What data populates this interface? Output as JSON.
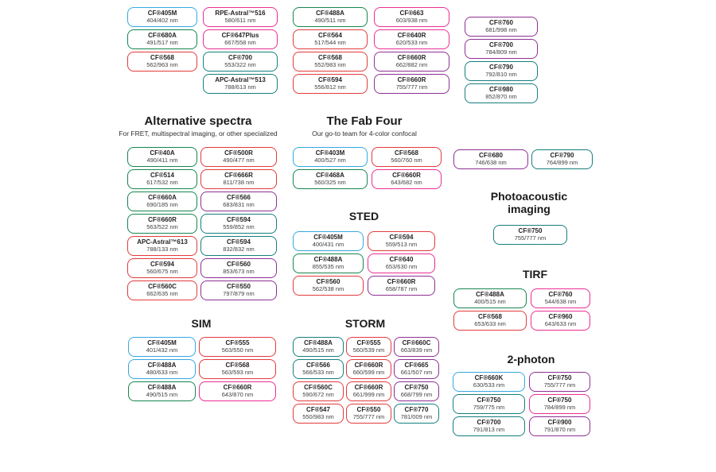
{
  "palette": {
    "blue": "#35a8e0",
    "green": "#15864f",
    "teal": "#157f7d",
    "red": "#e23a3c",
    "pink": "#ec2d92",
    "purple": "#8d3094",
    "title_text": "#1a1a1a",
    "name_text": "#231f20",
    "range_text": "#3f3f3f"
  },
  "top": {
    "col1": [
      {
        "name": "CF®405M",
        "ex_em": "404/402 nm",
        "color": "blue"
      },
      {
        "name": "CF®680A",
        "ex_em": "491/517 nm",
        "color": "green"
      },
      {
        "name": "CF®568",
        "ex_em": "562/963 nm",
        "color": "red"
      }
    ],
    "col2": [
      {
        "name": "RPE-Astral™516",
        "ex_em": "580/611 nm",
        "color": "pink"
      },
      {
        "name": "CF®647Plus",
        "ex_em": "667/558 nm",
        "color": "pink"
      },
      {
        "name": "CF®700",
        "ex_em": "553/322 nm",
        "color": "teal"
      },
      {
        "name": "APC-Astral™513",
        "ex_em": "788/613 nm",
        "color": "teal"
      }
    ],
    "col3": [
      {
        "name": "CF®488A",
        "ex_em": "490/511 nm",
        "color": "green"
      },
      {
        "name": "CF®564",
        "ex_em": "517/544 nm",
        "color": "red"
      },
      {
        "name": "CF®568",
        "ex_em": "552/983 nm",
        "color": "red"
      },
      {
        "name": "CF®594",
        "ex_em": "556/812 nm",
        "color": "red"
      }
    ],
    "col4": [
      {
        "name": "CF®663",
        "ex_em": "603/938 nm",
        "color": "pink"
      },
      {
        "name": "CF®640R",
        "ex_em": "620/533 nm",
        "color": "pink"
      },
      {
        "name": "CF®660R",
        "ex_em": "662/882 nm",
        "color": "purple"
      },
      {
        "name": "CF®660R",
        "ex_em": "755/777 nm",
        "color": "purple"
      }
    ],
    "col5": [
      {
        "name": "CF®760",
        "ex_em": "681/998 nm",
        "color": "purple"
      },
      {
        "name": "CF®700",
        "ex_em": "784/809 nm",
        "color": "purple"
      },
      {
        "name": "CF®790",
        "ex_em": "792/810 nm",
        "color": "teal"
      },
      {
        "name": "CF®980",
        "ex_em": "852/870 nm",
        "color": "teal"
      }
    ]
  },
  "sections": {
    "alt": {
      "title": "Alternative spectra",
      "subtitle": "For FRET, multispectral imaging, or other specialized",
      "colA": [
        {
          "name": "CF®40A",
          "ex_em": "490/411 nm",
          "color": "green"
        },
        {
          "name": "CF®514",
          "ex_em": "617/532 nm",
          "color": "green"
        },
        {
          "name": "CF®660A",
          "ex_em": "690/185 nm",
          "color": "green"
        },
        {
          "name": "CF®660R",
          "ex_em": "563/522 nm",
          "color": "green"
        },
        {
          "name": "APC-Astral™613",
          "ex_em": "788/133 nm",
          "color": "red"
        },
        {
          "name": "CF®594",
          "ex_em": "560/675 nm",
          "color": "red"
        },
        {
          "name": "CF®560C",
          "ex_em": "662/635 nm",
          "color": "red"
        }
      ],
      "colB": [
        {
          "name": "CF®500R",
          "ex_em": "490/477 nm",
          "color": "red"
        },
        {
          "name": "CF®666R",
          "ex_em": "811/738 nm",
          "color": "red"
        },
        {
          "name": "CF®566",
          "ex_em": "683/831 nm",
          "color": "purple"
        },
        {
          "name": "CF®594",
          "ex_em": "559/852 nm",
          "color": "teal"
        },
        {
          "name": "CF®594",
          "ex_em": "832/832 nm",
          "color": "teal"
        },
        {
          "name": "CF®560",
          "ex_em": "853/673 nm",
          "color": "purple"
        },
        {
          "name": "CF®550",
          "ex_em": "797/879 nm",
          "color": "purple"
        }
      ]
    },
    "fab": {
      "title": "The Fab Four",
      "subtitle": "Our go-to team for 4-color confocal",
      "colA": [
        {
          "name": "CF®403M",
          "ex_em": "400/527 nm",
          "color": "blue"
        },
        {
          "name": "CF®468A",
          "ex_em": "560/325 nm",
          "color": "green"
        }
      ],
      "colB": [
        {
          "name": "CF®568",
          "ex_em": "560/760 nm",
          "color": "red"
        },
        {
          "name": "CF®660R",
          "ex_em": "643/682 nm",
          "color": "pink"
        }
      ]
    },
    "sted": {
      "title": "STED",
      "colA": [
        {
          "name": "CF®405M",
          "ex_em": "400/431 nm",
          "color": "blue"
        },
        {
          "name": "CF®488A",
          "ex_em": "855/535 nm",
          "color": "green"
        },
        {
          "name": "CF®560",
          "ex_em": "562/538 nm",
          "color": "red"
        }
      ],
      "colB": [
        {
          "name": "CF®594",
          "ex_em": "559/513 nm",
          "color": "red"
        },
        {
          "name": "CF®640",
          "ex_em": "653/630 nm",
          "color": "pink"
        },
        {
          "name": "CF®660R",
          "ex_em": "658/787 nm",
          "color": "purple"
        }
      ]
    },
    "sim": {
      "title": "SIM",
      "colA": [
        {
          "name": "CF®405M",
          "ex_em": "401/432 nm",
          "color": "blue"
        },
        {
          "name": "CF®488A",
          "ex_em": "480/633 nm",
          "color": "blue"
        },
        {
          "name": "CF®488A",
          "ex_em": "490/515 nm",
          "color": "green"
        }
      ],
      "colB": [
        {
          "name": "CF®555",
          "ex_em": "563/550 nm",
          "color": "red"
        },
        {
          "name": "CF®568",
          "ex_em": "563/593 nm",
          "color": "red"
        },
        {
          "name": "CF®660R",
          "ex_em": "643/870 nm",
          "color": "pink"
        }
      ]
    },
    "storm": {
      "title": "STORM",
      "col1": [
        {
          "name": "CF®488A",
          "ex_em": "490/515 nm",
          "color": "teal"
        },
        {
          "name": "CF®566",
          "ex_em": "566/533 nm",
          "color": "teal"
        },
        {
          "name": "CF®560C",
          "ex_em": "590/672 nm",
          "color": "red"
        },
        {
          "name": "CF®547",
          "ex_em": "550/983 nm",
          "color": "red"
        }
      ],
      "col2": [
        {
          "name": "CF®555",
          "ex_em": "560/539 nm",
          "color": "red"
        },
        {
          "name": "CF®660R",
          "ex_em": "660/599 nm",
          "color": "red"
        },
        {
          "name": "CF®660R",
          "ex_em": "661/999 nm",
          "color": "red"
        },
        {
          "name": "CF®550",
          "ex_em": "755/777 nm",
          "color": "red"
        }
      ],
      "col3": [
        {
          "name": "CF®660C",
          "ex_em": "663/839 nm",
          "color": "purple"
        },
        {
          "name": "CF®665",
          "ex_em": "661/507 nm",
          "color": "purple"
        },
        {
          "name": "CF®750",
          "ex_em": "668/799 nm",
          "color": "purple"
        },
        {
          "name": "CF®770",
          "ex_em": "781/009 nm",
          "color": "teal"
        }
      ]
    },
    "right_pair": {
      "colA": [
        {
          "name": "CF®680",
          "ex_em": "746/638 nm",
          "color": "purple"
        }
      ],
      "colB": [
        {
          "name": "CF®790",
          "ex_em": "764/899 nm",
          "color": "teal"
        }
      ]
    },
    "photoacoustic": {
      "title": "Photoacoustic imaging",
      "col": [
        {
          "name": "CF®750",
          "ex_em": "755/777 nm",
          "color": "teal"
        }
      ]
    },
    "tirf": {
      "title": "TIRF",
      "colA": [
        {
          "name": "CF®488A",
          "ex_em": "400/515 nm",
          "color": "green"
        },
        {
          "name": "CF®568",
          "ex_em": "653/633 nm",
          "color": "red"
        }
      ],
      "colB": [
        {
          "name": "CF®760",
          "ex_em": "544/638 nm",
          "color": "pink"
        },
        {
          "name": "CF®960",
          "ex_em": "643/633 nm",
          "color": "pink"
        }
      ]
    },
    "two_photon": {
      "title": "2-photon",
      "colA": [
        {
          "name": "CF®660K",
          "ex_em": "630/533 nm",
          "color": "blue"
        },
        {
          "name": "CF®750",
          "ex_em": "759/775 nm",
          "color": "teal"
        },
        {
          "name": "CF®700",
          "ex_em": "791/813 nm",
          "color": "teal"
        }
      ],
      "colB": [
        {
          "name": "CF®750",
          "ex_em": "755/777 nm",
          "color": "purple"
        },
        {
          "name": "CF®750",
          "ex_em": "784/899 nm",
          "color": "pink"
        },
        {
          "name": "CF®900",
          "ex_em": "791/870 nm",
          "color": "purple"
        }
      ]
    }
  }
}
